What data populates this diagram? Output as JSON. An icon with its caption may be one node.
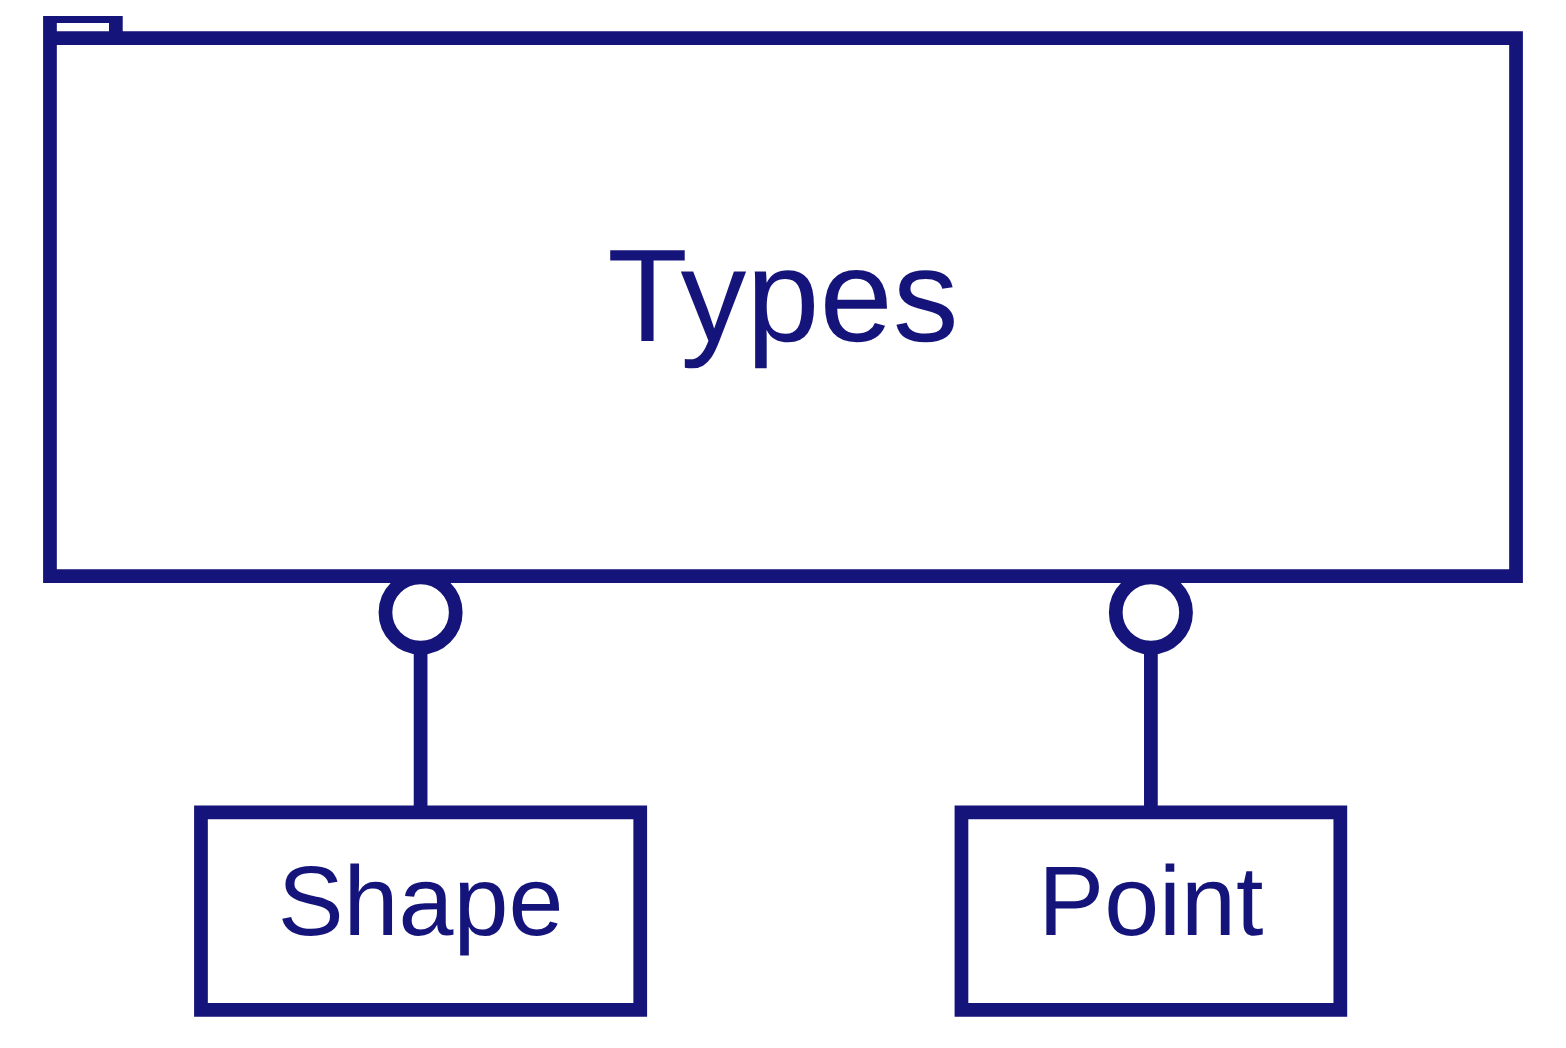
{
  "diagram": {
    "nodes": [
      {
        "text": [
          "Types"
        ]
      },
      {
        "text": [
          "Shape"
        ]
      },
      {
        "text": [
          "Point"
        ]
      }
    ],
    "edges": [
      {
        "from": 0,
        "to": 1,
        "arrow": "other"
      },
      {
        "from": 0,
        "to": 2,
        "arrow": "other"
      }
    ]
  }
}
